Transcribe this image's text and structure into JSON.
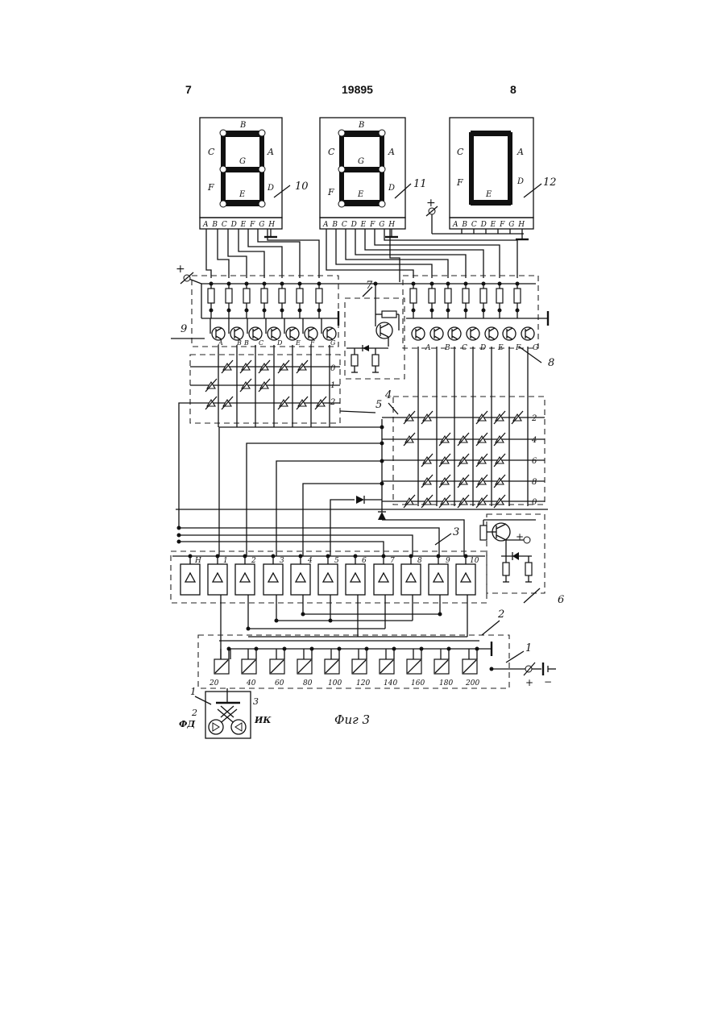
{
  "header": {
    "page_left": "7",
    "patent_number": "19895",
    "page_right": "8"
  },
  "displays": [
    {
      "ref": "10",
      "segments": {
        "top": "B",
        "left_upper": "C",
        "right_upper": "A",
        "middle": "G",
        "left_lower": "F",
        "bottom": "E",
        "right_lower": "D"
      },
      "pins": "A B C D E F G H"
    },
    {
      "ref": "11",
      "segments": {
        "top": "B",
        "left_upper": "C",
        "right_upper": "A",
        "middle": "G",
        "left_lower": "F",
        "bottom": "E",
        "right_lower": "D"
      },
      "pins": "A B C D E F G H"
    },
    {
      "ref": "12",
      "segments": {
        "top": "",
        "left_upper": "C",
        "right_upper": "A",
        "middle": "",
        "left_lower": "F",
        "bottom": "E",
        "right_lower": "D"
      },
      "pins": "A B C D E F G H"
    }
  ],
  "transistor_labels_left": [
    "A",
    "B",
    "B",
    "C",
    "D",
    "E",
    "F",
    "G"
  ],
  "transistor_labels_right": [
    "A",
    "B",
    "C",
    "D",
    "E",
    "F",
    "G"
  ],
  "matrix_left_rows": [
    "0",
    "1",
    "2"
  ],
  "matrix_right_rows": [
    "2",
    "4",
    "6",
    "8",
    "0"
  ],
  "comparator_labels": [
    "H",
    "1",
    "2",
    "3",
    "4",
    "5",
    "6",
    "7",
    "8",
    "9",
    "10"
  ],
  "scale_values": [
    "20",
    "40",
    "60",
    "80",
    "100",
    "120",
    "140",
    "160",
    "180",
    "200"
  ],
  "ref_numbers": {
    "r1": "1",
    "r1b": "1",
    "r2": "2",
    "r2b": "2",
    "r3": "3",
    "r3b": "3",
    "r4": "4",
    "r5": "5",
    "r6": "6",
    "r7": "7",
    "r8": "8",
    "r9": "9"
  },
  "power": {
    "plus_left": "+",
    "plus_right": "+",
    "plus_battery": "+",
    "minus_battery": "−",
    "plus_small": "+"
  },
  "sensors": {
    "photodiode": "ФД",
    "infrared": "ИК"
  },
  "caption": "Фиг 3"
}
